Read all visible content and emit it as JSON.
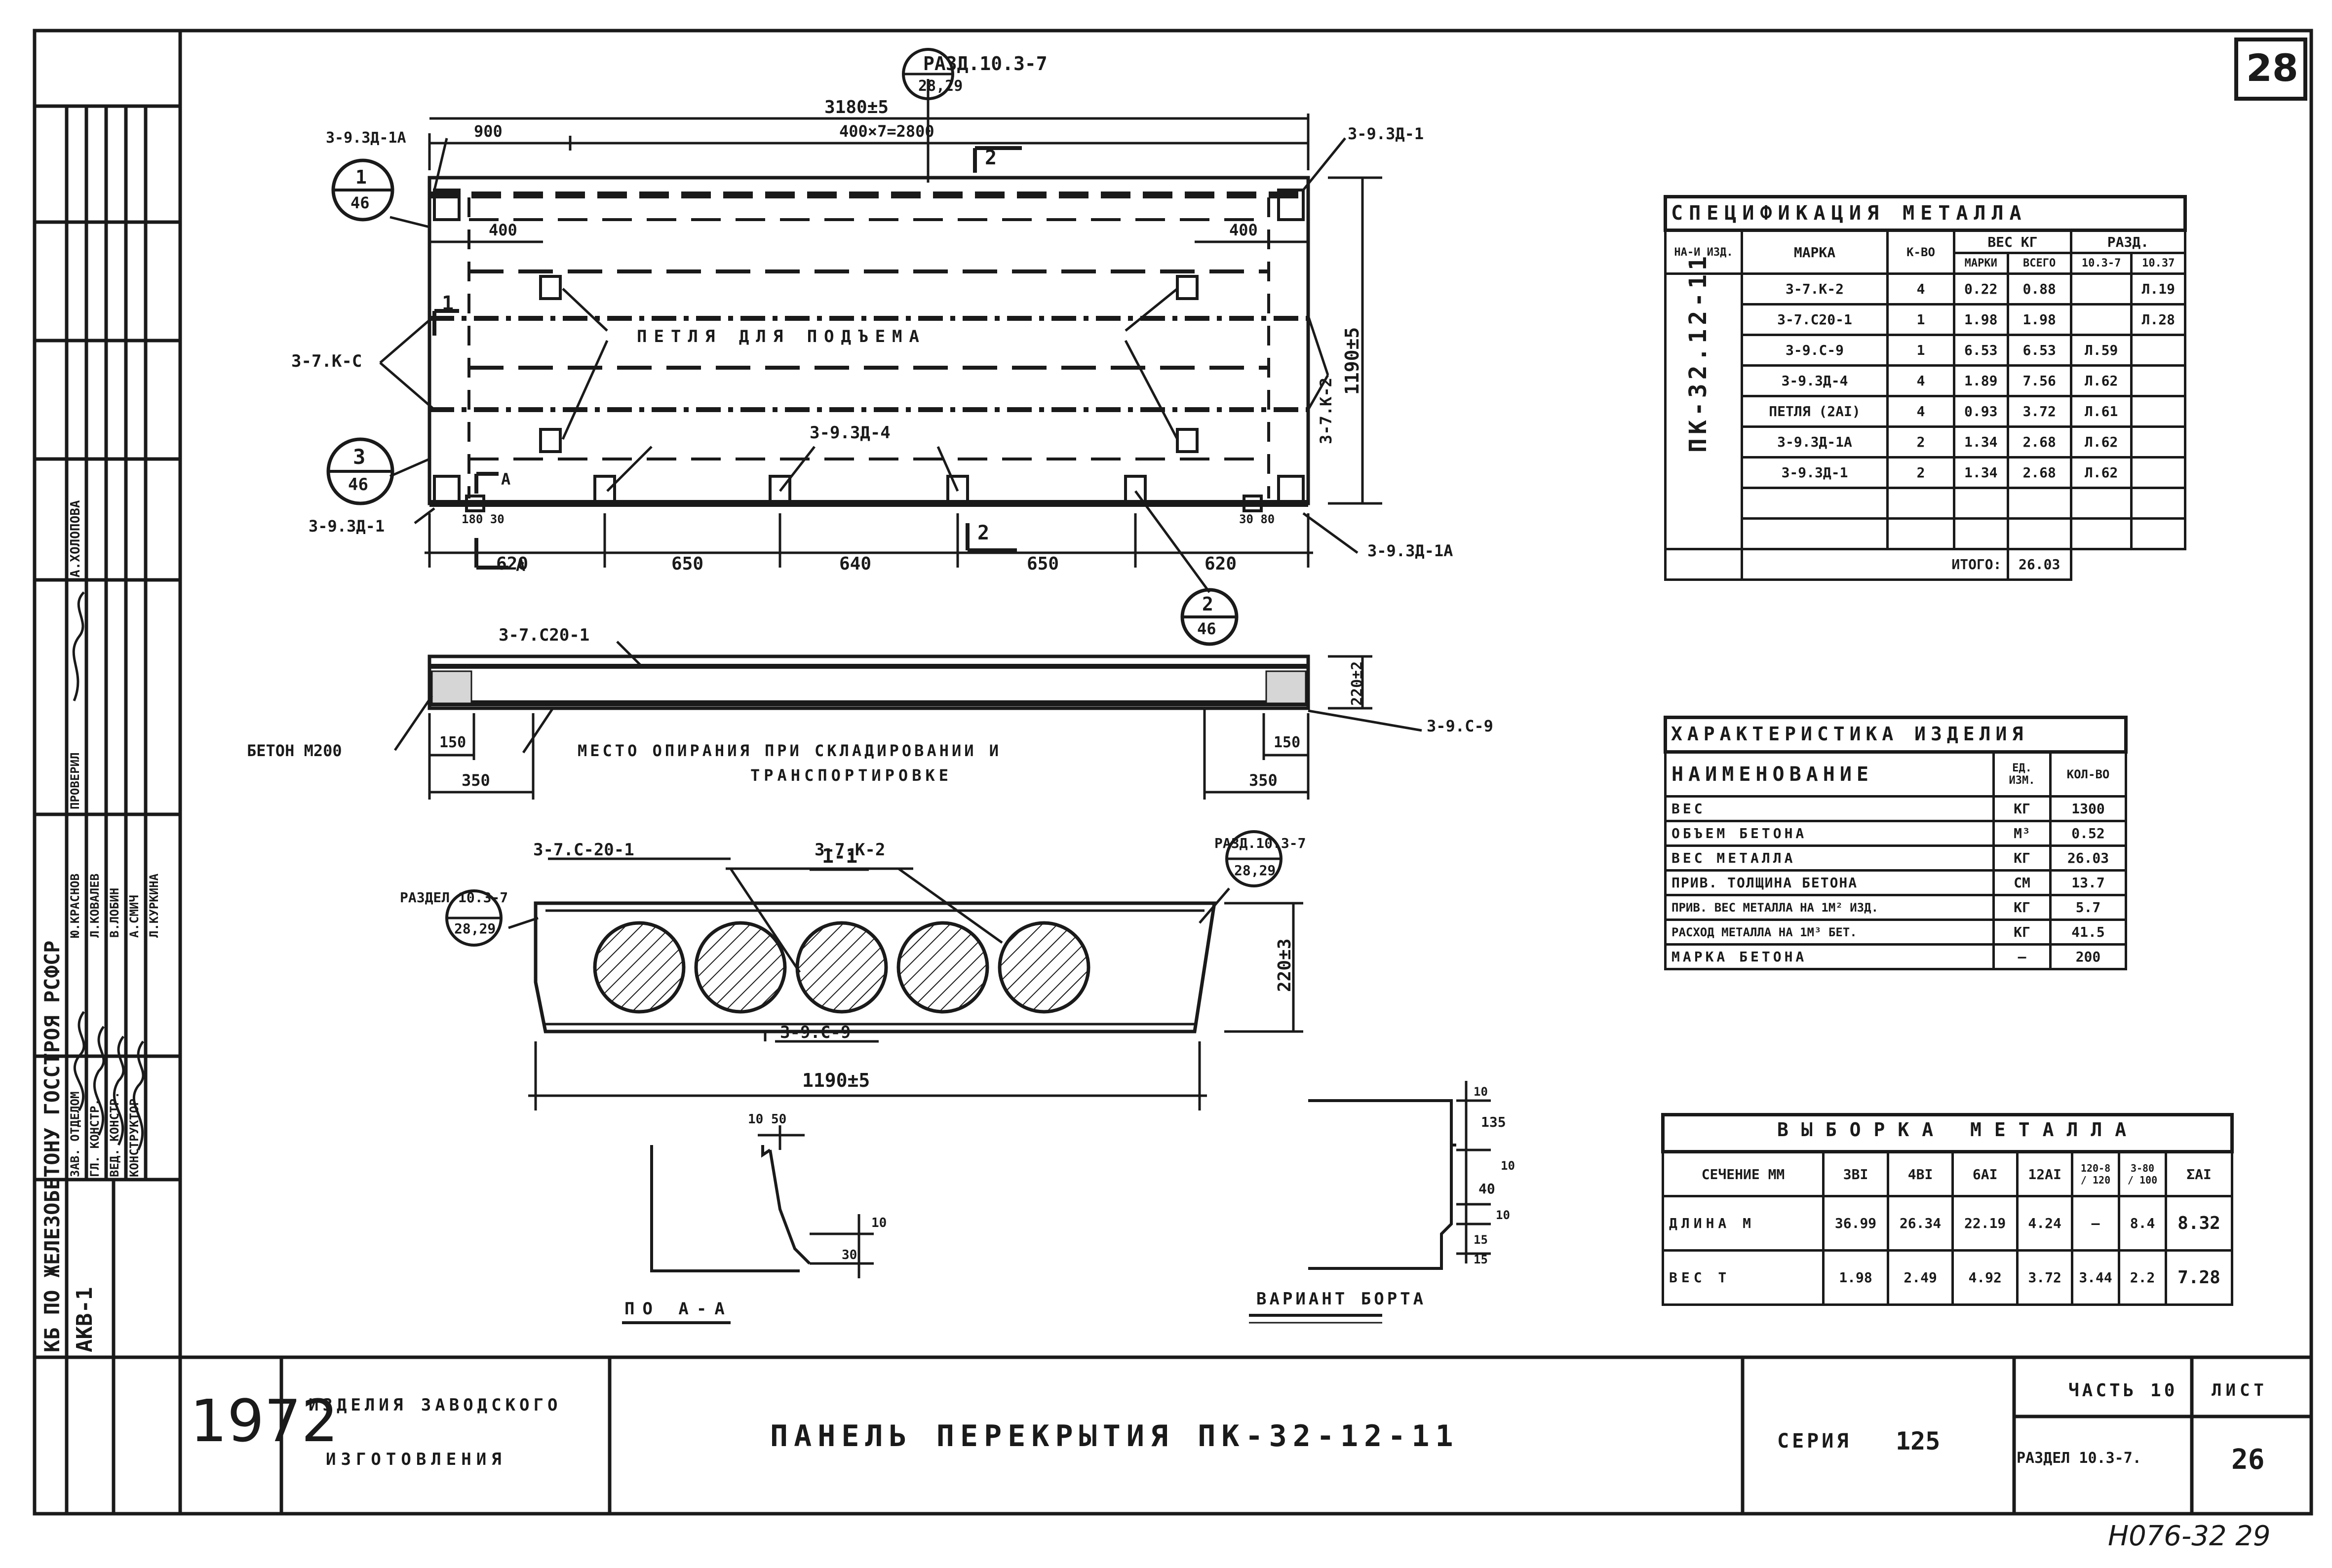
{
  "sheet": {
    "page_number": "28",
    "stamp_bottom_right": "Н076-32 29"
  },
  "plan": {
    "dim_total": "3180±5",
    "dim_900": "900",
    "dim_series": "400×7=2800",
    "dim_400_left": "400",
    "dim_400_right": "400",
    "dim_height": "1190±5",
    "callout_top": "РАЗД.10.3-7",
    "callout_top_sub": "28,29",
    "label_top_left": "3-9.3Д-1А",
    "label_top_right": "3-9.3Д-1",
    "label_left_mesh": "3-7.К-С",
    "label_right_mesh": "3-7.К-2",
    "label_loops": "ПЕТЛЯ ДЛЯ ПОДЪЕМА",
    "label_mid_loops": "3-9.3Д-4",
    "label_bottom_left": "3-9.3Д-1",
    "label_bottom_right": "3-9.3Д-1А",
    "small_dims": "180 30",
    "small_dims_r": "30 80",
    "bottom_dims": [
      "620",
      "650",
      "640",
      "650",
      "620"
    ],
    "mark_1": "1",
    "mark_2": "2",
    "mark_A": "А",
    "circle_1": [
      "1",
      "46"
    ],
    "circle_3": [
      "3",
      "46"
    ],
    "circle_2": [
      "2",
      "46"
    ]
  },
  "elevation": {
    "label_top": "3-7.С20-1",
    "label_concrete": "БЕТОН М200",
    "label_support": "МЕСТО ОПИРАНИЯ ПРИ СКЛАДИРОВАНИИ И",
    "label_support2": "ТРАНСПОРТИРОВКЕ",
    "label_right": "3-9.С-9",
    "dim_height": "220±2",
    "dim_150_l": "150",
    "dim_350_l": "350",
    "dim_150_r": "150",
    "dim_350_r": "350"
  },
  "section": {
    "title": "1-1",
    "label_mesh_top": "3-7.С-20-1",
    "label_mesh_k": "3-7.К-2",
    "label_bottom": "3-9.С-9",
    "callout_left": "РАЗДЕЛ 10.3-7",
    "callout_left_sub": "28,29",
    "callout_right": "РАЗД.10.3-7",
    "callout_right_sub": "28,29",
    "dim_width": "1190±5",
    "dim_height": "220±3"
  },
  "detail_a": {
    "title": "ПО А-А",
    "dim_top": "10 50",
    "dim_right_1": "10",
    "dim_right_2": "30"
  },
  "detail_b": {
    "title": "ВАРИАНТ БОРТА",
    "dims": [
      "10",
      "135",
      "10",
      "40",
      "10",
      "15",
      "15"
    ]
  },
  "spec": {
    "title": "СПЕЦИФИКАЦИЯ МЕТАЛЛА",
    "h_naim": "НА-И ИЗД.",
    "h_marka": "МАРКА",
    "h_kol": "К-ВО",
    "h_ves": "ВЕС КГ",
    "h_marki": "МАРКИ",
    "h_vsego": "ВСЕГО",
    "h_razd": "РАЗД.",
    "h_c1": "10.3-7",
    "h_c2": "10.37",
    "product": "ПК-32.12-11",
    "rows": [
      [
        "3-7.К-2",
        "4",
        "0.22",
        "0.88",
        "",
        "Л.19"
      ],
      [
        "3-7.С20-1",
        "1",
        "1.98",
        "1.98",
        "",
        "Л.28"
      ],
      [
        "3-9.С-9",
        "1",
        "6.53",
        "6.53",
        "Л.59",
        ""
      ],
      [
        "3-9.3Д-4",
        "4",
        "1.89",
        "7.56",
        "Л.62",
        ""
      ],
      [
        "ПЕТЛЯ (2АI)",
        "4",
        "0.93",
        "3.72",
        "Л.61",
        ""
      ],
      [
        "3-9.3Д-1А",
        "2",
        "1.34",
        "2.68",
        "Л.62",
        ""
      ],
      [
        "3-9.3Д-1",
        "2",
        "1.34",
        "2.68",
        "Л.62",
        ""
      ]
    ],
    "total_label": "ИТОГО:",
    "total_value": "26.03"
  },
  "character": {
    "title": "ХАРАКТЕРИСТИКА ИЗДЕЛИЯ",
    "h_name": "НАИМЕНОВАНИЕ",
    "h_unit": "ЕД. ИЗМ.",
    "h_qty": "КОЛ-ВО",
    "rows": [
      [
        "ВЕС",
        "КГ",
        "1300"
      ],
      [
        "ОБЪЕМ БЕТОНА",
        "М³",
        "0.52"
      ],
      [
        "ВЕС МЕТАЛЛА",
        "КГ",
        "26.03"
      ],
      [
        "ПРИВ. ТОЛЩИНА БЕТОНА",
        "СМ",
        "13.7"
      ],
      [
        "ПРИВ. ВЕС МЕТАЛЛА НА 1М² ИЗД.",
        "КГ",
        "5.7"
      ],
      [
        "РАСХОД МЕТАЛЛА НА 1М³ БЕТ.",
        "КГ",
        "41.5"
      ],
      [
        "МАРКА БЕТОНА",
        "—",
        "200"
      ]
    ]
  },
  "selection": {
    "title": "ВЫБОРКА МЕТАЛЛА",
    "headers": [
      "СЕЧЕНИЕ ММ",
      "3ВI",
      "4ВI",
      "6АI",
      "12АI",
      "120-8 / 120",
      "3-80 / 100",
      "ΣАI"
    ],
    "rows": [
      [
        "ДЛИНА М",
        "36.99",
        "26.34",
        "22.19",
        "4.24",
        "—",
        "8.4",
        "8.32"
      ],
      [
        "ВЕС Т",
        "1.98",
        "2.49",
        "4.92",
        "3.72",
        "3.44",
        "2.2",
        "7.28"
      ]
    ]
  },
  "titleblock": {
    "org": "КБ ПО ЖЕЛЕЗОБЕТОНУ ГОССТРОЯ РСФСР",
    "sheet_code": "АКВ-1",
    "year": "1972",
    "type_1": "ИЗДЕЛИЯ ЗАВОДСКОГО",
    "type_2": "ИЗГОТОВЛЕНИЯ",
    "name": "ПАНЕЛЬ ПЕРЕКРЫТИЯ ПК-32-12-11",
    "series_label": "СЕРИЯ",
    "series_value": "125",
    "part": "ЧАСТЬ 10",
    "section": "РАЗДЕЛ 10.3-7.",
    "sheet_label": "ЛИСТ",
    "sheet_value": "26",
    "staff_roles": [
      "ЗАВ. ОТДЕЛОМ",
      "ГЛ. КОНСТР.",
      "ВЕД. КОНСТР.",
      "КОНСТРУКТОР",
      "ПРОВЕРИЛ"
    ],
    "staff_names": [
      "Ю.КРАСНОВ",
      "Л.КОВАЛЕВ",
      "В.ЛОБИН",
      "А.СМИЧ",
      "Л.КУРКИНА"
    ],
    "checked_label": "ПРОВЕРИЛ",
    "checked_name": "А.ХОЛОПОВА"
  }
}
